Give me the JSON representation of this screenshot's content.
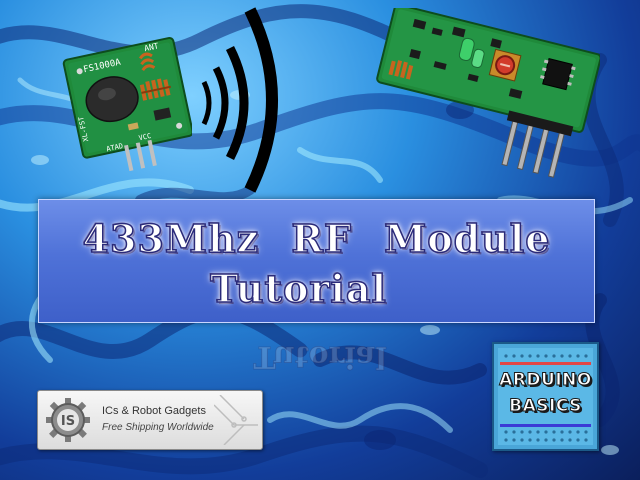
{
  "title": {
    "line1": "433Mhz RF Module",
    "line2": "Tutorial"
  },
  "reflection_text": "Tutorial",
  "transmitter_board": {
    "label_model": "FS1000A",
    "label_ant": "ANT",
    "label_xlfst": "XL-FST",
    "label_vcc": "VCC",
    "label_data": "ATAD"
  },
  "sponsor_badge": {
    "logo_letters": "IS",
    "name": "ICs & Robot Gadgets",
    "tagline": "Free Shipping Worldwide"
  },
  "arduino_badge": {
    "line1": "ARDUINO",
    "line2": "BASICS"
  },
  "colors": {
    "background_light": "#7fd0ff",
    "background_dark": "#0b1f5c",
    "panel": "#4f72d8",
    "pcb_green": "#1f8a3a",
    "copper_coil": "#c8641e"
  }
}
